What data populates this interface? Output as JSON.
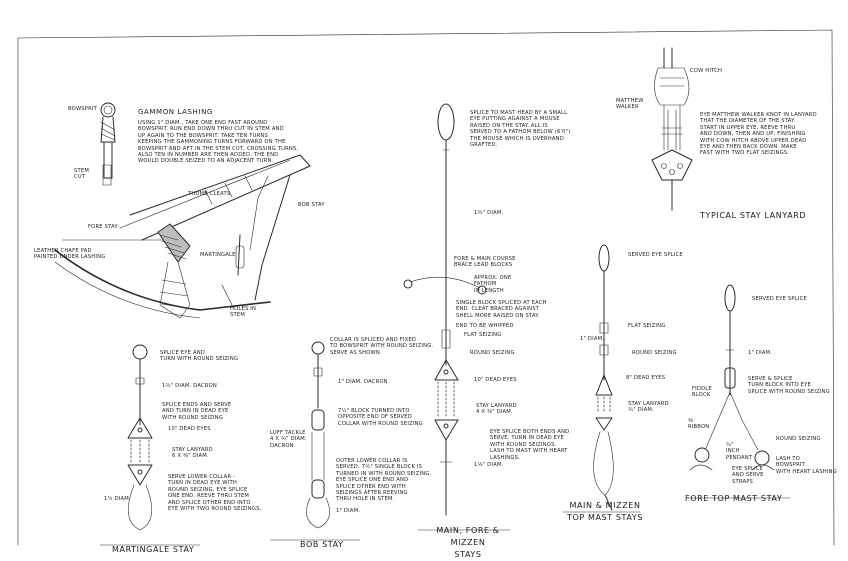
{
  "title_blocks": {
    "gammon": "GAMMON LASHING",
    "typical_lanyard": "TYPICAL STAY LANYARD",
    "martingale": "MARTINGALE STAY",
    "bob": "BOB STAY",
    "main_fore_mizzen": "MAIN, FORE & MIZZEN\nSTAYS",
    "main_mizzen_top": "MAIN & MIZZEN\nTOP MAST STAYS",
    "fore_top": "FORE TOP MAST STAY"
  },
  "labels": {
    "bowsprit": "BOWSPRIT",
    "stem_cut": "STEM\nCUT",
    "gammon_text": "USING 1\" DIAM., TAKE ONE END FAST AROUND\nBOWSPRIT. RUN END DOWN THRU CUT IN STEM AND\nUP AGAIN TO THE BOWSPRIT. TAKE TEN TURNS\nKEEPING THE GAMMONING TURNS FORWARD ON THE\nBOWSPRIT AND AFT IN THE STEM CUT, CROSSING TURNS,\nALSO TEN IN NUMBER ARE THEN ADDED. THE END\nWOULD DOUBLE SEIZED TO AN ADJACENT TURN.",
    "thumb_cleats": "THUMB CLEATS",
    "bob_stay_lbl": "BOB STAY",
    "fore_stay": "FORE STAY",
    "leather_chafe": "LEATHER CHAFE PAD\nPAINTED UNDER LASHING",
    "martingale_lbl": "MARTINGALE",
    "holes_in_stem": "HOLES IN\nSTEM",
    "splice_mast": "SPLICE TO MAST HEAD BY A SMALL\nEYE PUTTING AGAINST A MOUSE\nRAISED ON THE STAY. ALL IS\nSERVED TO A FATHOM BELOW (6'0\")\nTHE MOUSE WHICH IS OVERHAND\nGRAFTED.",
    "d134": "1¾\" DIAM.",
    "fore_main_course": "FORE & MAIN COURSE\nBRACE LEAD BLOCKS",
    "approx_fathom": "APPROX. ONE\nFATHOM\nIN LENGTH",
    "single_block": "SINGLE BLOCK SPLICED AT EACH\nEND. CLEAT BRACED AGAINST\nSHELL MORE RAISED ON STAY.",
    "end_whipped": "END TO BE WHIPPED",
    "flat_seizing": "FLAT SEIZING",
    "round_seizing": "ROUND SEIZING",
    "ten_dead_eyes": "10\" DEAD EYES",
    "stay_lanyard_4": "STAY LANYARD\n4 x ⅜\" DIAM.",
    "eye_splice_both": "EYE SPLICE BOTH ENDS AND\nSERVE. TURN IN DEAD EYE\nWITH ROUND SEIZINGS.\nLASH TO MAST WITH HEART\nLASHINGS.",
    "d118": "1⅛\" DIAM.",
    "cow_hitch": "COW HITCH",
    "matthew_walker": "MATTHEW\nWALKER",
    "matthew_text": "EYE MATTHEW WALKER KNOT IN LANYARD\nTHAT THE DIAMETER OF THE STAY.\nSTART IN UPPER EYE, REEVE THRU\nAND DOWN, THEN AND UP, FINISHING\nWITH COW HITCH ABOVE UPPER DEAD\nEYE AND THEN BACK DOWN. MAKE\nFAST WITH TWO FLAT SEIZINGS.",
    "served_eye": "SERVED EYE SPLICE",
    "flat_seizing_2": "FLAT SEIZING",
    "d1": "1\" DIAM.",
    "round_seizing_2": "ROUND SEIZING",
    "eight_dead_eyes": "8\" DEAD EYES",
    "stay_lanyard_2": "STAY LANYARD\n¾\" DIAM.",
    "served_eye_splice_r": "SERVED EYE SPLICE",
    "d1_r": "1\" DIAM.",
    "serve_splice": "SERVE & SPLICE\nTURN BLOCK INTO EYE\nSPLICE WITH ROUND SEIZING",
    "fiddle_block": "FIDDLE\nBLOCK",
    "ribbon": "⅜\nRIBBON",
    "d34_pendant": "¾\"\nINCH\nPENDANT",
    "eye_splice_strop": "EYE SPLICE\nAND SERVE\nSTRAPS",
    "round_seizing_3": "ROUND SEIZING",
    "lash_bowsprit": "LASH TO\nBOWSPRIT\nWITH HEART LASHING",
    "eye_splice_serve": "SPLICE EYE AND\nTURN WITH ROUND SEIZING",
    "d134_b": "1¾\" DIAM. DACRON",
    "splice_ends": "SPLICE ENDS AND SERVE\nAND TURN IN DEAD EYE\nWITH ROUND SEIZING",
    "dead_eyes_10": "10\" DEAD EYES",
    "stay_lanyard_3": "STAY LANYARD\n6 x ⅜\" DIAM.",
    "serve_lower": "SERVE LOWER COLLAR -\nTURN IN DEAD EYE WITH\nROUND SEIZING. EYE SPLICE\nONE END. REEVE THRU STEM\nAND SPLICE OTHER END INTO\nEYE WITH TWO ROUND SEIZINGS.",
    "d114": "1¼ DIAM.",
    "collar": "COLLAR IS SPLICED AND FIXED\nTO BOWSPRIT WITH ROUND SEIZING.\nSERVE AS SHOWN.",
    "d1_dacron": "1\" DIAM. DACRON",
    "block_turned": "7½\" BLOCK TURNED INTO\nOPPOSITE END OF SERVED\nCOLLAR WITH ROUND SEIZING",
    "luff_tackle": "LUFF TACKLE\n4 x ¾\" DIAM.\nDACRON",
    "outer_lower": "OUTER LOWER COLLAR IS\nSERVED. 7½\" SINGLE BLOCK IS\nTURNED IN WITH ROUND SEIZING.\nEYE SPLICE ONE END AND\nSPLICE OTHER END WITH\nSEIZINGS AFTER REEVING\nTHRU HOLE IN STEM.",
    "d1_bob": "1\" DIAM."
  }
}
